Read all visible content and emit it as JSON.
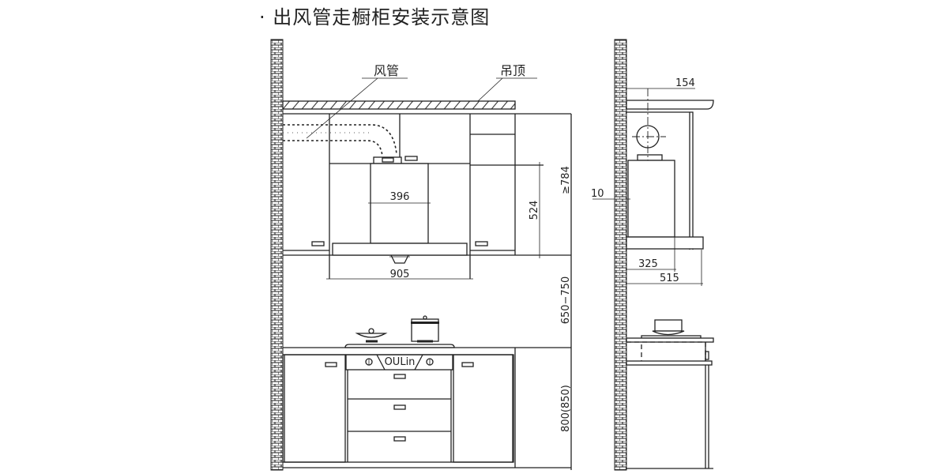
{
  "title": "· 出风管走橱柜安装示意图",
  "front_view": {
    "labels": {
      "duct": "风管",
      "ceiling": "吊顶"
    },
    "dimensions": {
      "chimney_width": "396",
      "hood_width": "905",
      "hood_height": "524",
      "ceiling_clearance": "≥784",
      "hood_to_cooktop": "650−750",
      "counter_height": "800(850)"
    },
    "brand": "OULin"
  },
  "side_view": {
    "dimensions": {
      "duct_offset": "154",
      "wall_gap": "10",
      "chimney_depth": "325",
      "hood_depth": "515"
    }
  }
}
